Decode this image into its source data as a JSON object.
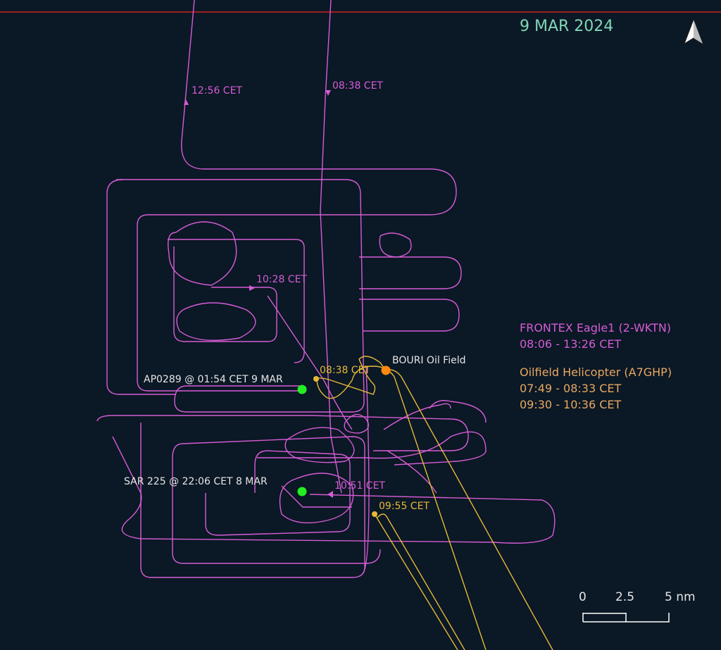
{
  "date": "9 MAR 2024",
  "north_label": "north-arrow",
  "legend": {
    "frontex": {
      "name": "FRONTEX Eagle1 (2-WKTN)",
      "time": "08:06 - 13:26 CET"
    },
    "helicopter": {
      "name": "Oilfield Helicopter (A7GHP)",
      "time1": "07:49 - 08:33 CET",
      "time2": "09:30 - 10:36 CET"
    }
  },
  "track_labels": {
    "t1256": "12:56 CET",
    "t0838": "08:38 CET",
    "t1028": "10:28 CET",
    "t1051": "10:51 CET",
    "h0838": "08:38 CET",
    "h0955": "09:55 CET"
  },
  "places": {
    "bouri": "BOURI Oil Field",
    "ap0289": "AP0289 @ 01:54 CET 9 MAR",
    "sar225": "SAR 225 @ 22:06 CET 8 MAR"
  },
  "scale": {
    "ticks": [
      "0",
      "2.5",
      "5 nm"
    ]
  },
  "colors": {
    "frontex": "#d65cd6",
    "helicopter": "#e6b93a",
    "legend_heli": "#e8a862",
    "date": "#7fd8b8",
    "case": "#22ee22",
    "oilfield": "#ff8a10",
    "border": "#cc2020"
  }
}
